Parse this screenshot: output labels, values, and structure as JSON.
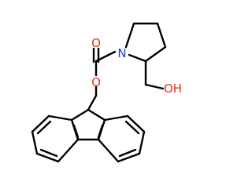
{
  "molecule": {
    "atoms": [
      {
        "id": "N",
        "symbol": "N",
        "color": "#1f3fcc"
      },
      {
        "id": "O_carbonyl",
        "symbol": "O",
        "color": "#e0321c"
      },
      {
        "id": "O_ester",
        "symbol": "O",
        "color": "#e0321c"
      },
      {
        "id": "OH",
        "symbol": "OH",
        "color": "#e0321c"
      }
    ],
    "bond_color": "#000000",
    "background": "#ffffff"
  }
}
